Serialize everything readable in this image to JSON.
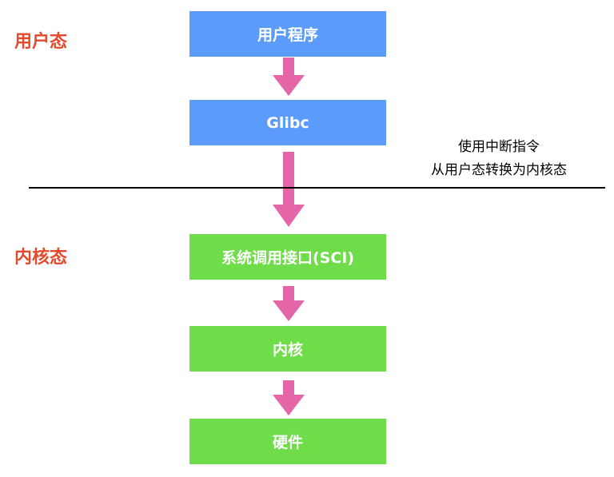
{
  "colors": {
    "user_box": "#5b9bfa",
    "kernel_box": "#6fdc49",
    "arrow": "#e465a8",
    "zone_label": "#e34a2c"
  },
  "zones": {
    "user": "用户态",
    "kernel": "内核态"
  },
  "boxes": {
    "user_program": "用户程序",
    "glibc": "Glibc",
    "sci": "系统调用接口(SCI)",
    "kernel": "内核",
    "hardware": "硬件"
  },
  "annotation": {
    "line1": "使用中断指令",
    "line2": "从用户态转换为内核态"
  }
}
